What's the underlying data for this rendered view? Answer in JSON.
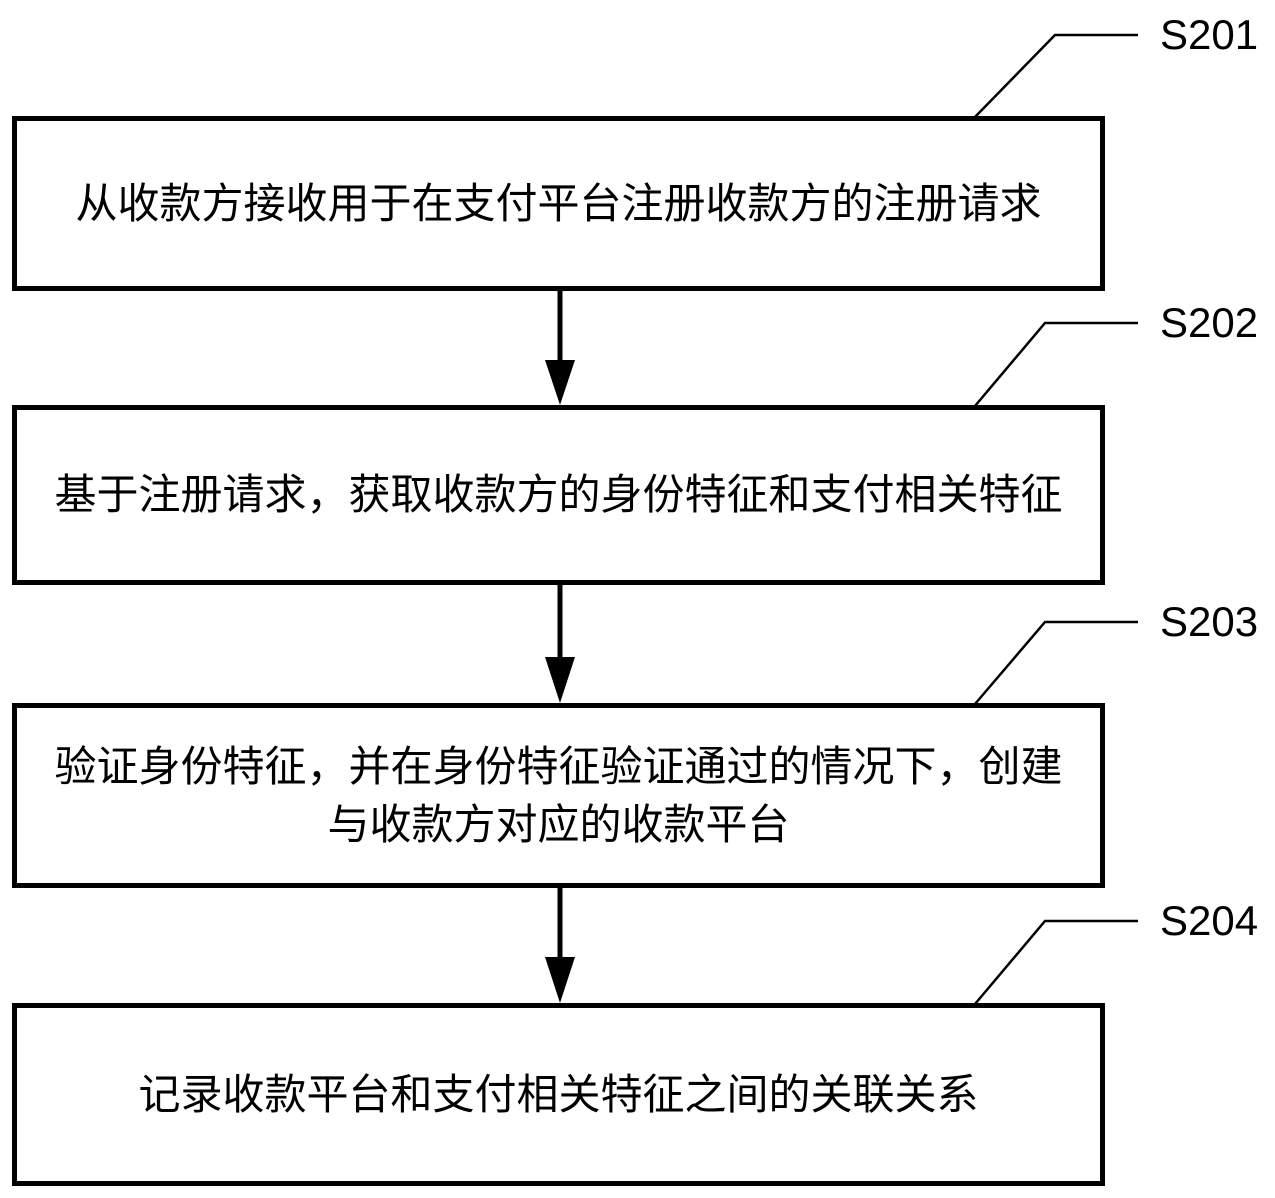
{
  "diagram": {
    "type": "flowchart",
    "direction": "top-to-bottom",
    "steps": [
      {
        "id": "S201",
        "label": "S201",
        "text": "从收款方接收用于在支付平台注册收款方的注册请求"
      },
      {
        "id": "S202",
        "label": "S202",
        "text": "基于注册请求，获取收款方的身份特征和支付相关特征"
      },
      {
        "id": "S203",
        "label": "S203",
        "text": "验证身份特征，并在身份特征验证通过的情况下，创建与收款方对应的收款平台"
      },
      {
        "id": "S204",
        "label": "S204",
        "text": "记录收款平台和支付相关特征之间的关联关系"
      }
    ],
    "edges": [
      {
        "from": "S201",
        "to": "S202"
      },
      {
        "from": "S202",
        "to": "S203"
      },
      {
        "from": "S203",
        "to": "S204"
      }
    ],
    "colors": {
      "stroke": "#000000",
      "background": "#ffffff",
      "text": "#000000"
    }
  }
}
